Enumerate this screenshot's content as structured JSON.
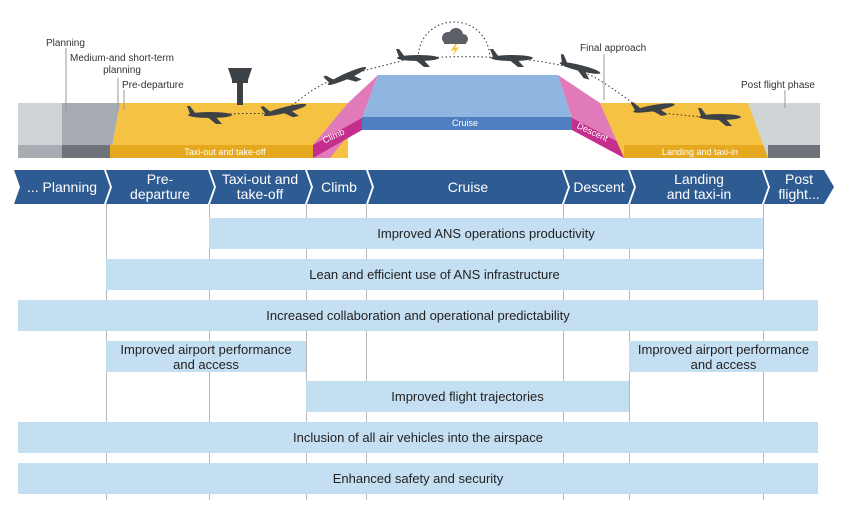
{
  "top_labels": {
    "planning": "Planning",
    "medium_short_term": "Medium-and short-term\nplanning",
    "pre_departure": "Pre-departure",
    "final_approach": "Final approach",
    "post_flight_phase": "Post flight phase"
  },
  "segment_labels": {
    "taxi_out": "Taxi-out and take-off",
    "climb": "Climb",
    "cruise": "Cruise",
    "descent": "Descent",
    "landing": "Landing and taxi-in"
  },
  "phases": [
    {
      "label": "... Planning"
    },
    {
      "label": "Pre-\ndeparture"
    },
    {
      "label": "Taxi-out and\ntake-off"
    },
    {
      "label": "Climb"
    },
    {
      "label": "Cruise"
    },
    {
      "label": "Descent"
    },
    {
      "label": "Landing\nand taxi-in"
    },
    {
      "label": "Post\nflight..."
    }
  ],
  "bars": [
    {
      "label": "Improved ANS operations productivity"
    },
    {
      "label": "Lean and efficient use of ANS infrastructure"
    },
    {
      "label": "Increased collaboration and operational predictability"
    },
    {
      "label": "Improved airport performance\nand access"
    },
    {
      "label": "Improved airport performance\nand access"
    },
    {
      "label": "Improved flight trajectories"
    },
    {
      "label": "Inclusion of all air vehicles into the airspace"
    },
    {
      "label": "Enhanced safety and security"
    }
  ],
  "colors": {
    "arrow_blue": "#2e5b91",
    "bar_blue": "#c5dff2",
    "taxi_yellow": "#f6c244",
    "climb_pink": "#d44b9c",
    "cruise_blue": "#8fb6e1",
    "ground_grey": "#c8cdd1"
  }
}
